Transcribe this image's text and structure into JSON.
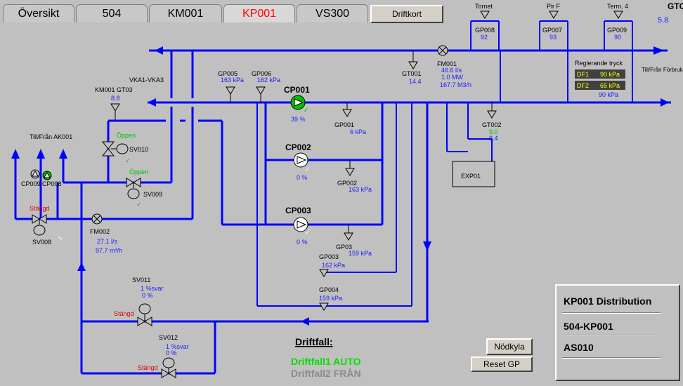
{
  "tabs": [
    {
      "label": "Översikt"
    },
    {
      "label": "504"
    },
    {
      "label": "KM001"
    },
    {
      "label": "KP001",
      "active": true
    },
    {
      "label": "VS300"
    }
  ],
  "driftkort_label": "Driftkort",
  "header_right": {
    "label": "GTC",
    "value": "5.8"
  },
  "colors": {
    "pipe": "#0000ff",
    "value": "#1a1aff",
    "ok": "#00c000",
    "alarm": "#e00000",
    "background": "#c0c0c0"
  },
  "top_sensors": [
    {
      "label": "Tornet",
      "id": "GP008",
      "value": "92"
    },
    {
      "label": "Pir F",
      "id": "GP007",
      "value": "93"
    },
    {
      "label": "Term. 4",
      "id": "GP009",
      "value": "90"
    }
  ],
  "reglerande": {
    "title": "Reglerande tryck",
    "rows": [
      {
        "name": "DF1",
        "value": "90 kPa"
      },
      {
        "name": "DF2",
        "value": "65 kPa"
      }
    ],
    "extra": "90 kPa"
  },
  "till_fran_forbrukare": "Till/Från Förbrukare Kyla",
  "fm001": {
    "id": "FM001",
    "flow": "46.6 l/s",
    "power": "1.0 MW",
    "volume": "167.7 M3/h"
  },
  "gt001": {
    "id": "GT001",
    "value": "14.4"
  },
  "gt002": {
    "id": "GT002",
    "value1": "9.0",
    "value2": "9.4"
  },
  "gp005": {
    "id": "GP005",
    "value": "163 kPa"
  },
  "gp006": {
    "id": "GP006",
    "value": "162 kPa"
  },
  "vka_label": "VKA1-VKA3",
  "km001_gt03": {
    "id": "KM001 GT03",
    "value": "8.8"
  },
  "pumps": [
    {
      "id": "CP001",
      "value": "39 %"
    },
    {
      "id": "CP002",
      "value": "0 %"
    },
    {
      "id": "CP003",
      "value": "0 %"
    }
  ],
  "gp001": {
    "id": "GP001",
    "value": "6 kPa"
  },
  "gp002": {
    "id": "GP002",
    "value": "163 kPa"
  },
  "gp03": {
    "id": "GP03",
    "value": "159 kPa"
  },
  "gp003": {
    "id": "GP003",
    "value": "162 kPa"
  },
  "gp004": {
    "id": "GP004",
    "value": "159 kPa"
  },
  "exp01": "EXP01",
  "sv010": {
    "id": "SV010",
    "status": "Öppen"
  },
  "sv009": {
    "id": "SV009",
    "status": "Öppen"
  },
  "sv008": {
    "id": "SV008",
    "status": "Stängd"
  },
  "till_fran_ak": "Till/Från AK001",
  "cp009": "CP009",
  "cp008": "CP008",
  "fm002": {
    "id": "FM002",
    "flow": "27.1 l/s",
    "volume": "97.7 m³/h"
  },
  "sv011": {
    "id": "SV011",
    "svar": "1 %svar",
    "value": "0 %",
    "status": "Stängd"
  },
  "sv012": {
    "id": "SV012",
    "svar": "1 %svar",
    "value": "0 %",
    "status": "Stängd"
  },
  "driftfall": {
    "title": "Driftfall:",
    "line1": "Driftfall1 AUTO",
    "line2": "Driftfall2 FRÅN"
  },
  "buttons": {
    "nodkyla": "Nödkyla",
    "reset_gp": "Reset GP"
  },
  "info": {
    "title": "KP001 Distribution",
    "line2": "504-KP001",
    "line3": "AS010"
  }
}
